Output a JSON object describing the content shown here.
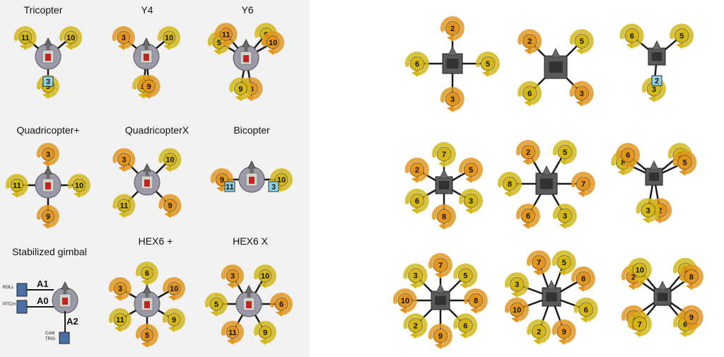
{
  "colors": {
    "cw": "#e2961f",
    "ccw": "#d4b81a",
    "arm": "#1a1a1a",
    "hub": "#9a9aa8",
    "board": "#5a5a5a",
    "servo": "#8fd3e8"
  },
  "left_frames": [
    {
      "title": "Tricopter",
      "motors": [
        {
          "label": "11",
          "color": "ccw"
        },
        {
          "label": "10",
          "color": "ccw"
        },
        {
          "label": "9",
          "color": "ccw"
        }
      ],
      "servos": [
        {
          "label": "3"
        }
      ]
    },
    {
      "title": "Y4",
      "motors": [
        {
          "label": "3",
          "color": "cw"
        },
        {
          "label": "10",
          "color": "ccw"
        },
        {
          "label": "11",
          "color": "ccw"
        },
        {
          "label": "9",
          "color": "cw"
        }
      ]
    },
    {
      "title": "Y6",
      "motors": [
        {
          "label": "5",
          "color": "ccw"
        },
        {
          "label": "11",
          "color": "cw"
        },
        {
          "label": "6",
          "color": "ccw"
        },
        {
          "label": "10",
          "color": "cw"
        },
        {
          "label": "3",
          "color": "cw"
        },
        {
          "label": "9",
          "color": "ccw"
        }
      ]
    },
    {
      "title": "Quadricopter+",
      "motors": [
        {
          "label": "3",
          "color": "cw"
        },
        {
          "label": "11",
          "color": "ccw"
        },
        {
          "label": "10",
          "color": "ccw"
        },
        {
          "label": "9",
          "color": "cw"
        }
      ]
    },
    {
      "title": "QuadricopterX",
      "motors": [
        {
          "label": "3",
          "color": "cw"
        },
        {
          "label": "10",
          "color": "ccw"
        },
        {
          "label": "11",
          "color": "ccw"
        },
        {
          "label": "9",
          "color": "cw"
        }
      ]
    },
    {
      "title": "Bicopter",
      "motors": [
        {
          "label": "9",
          "color": "cw"
        },
        {
          "label": "10",
          "color": "ccw"
        }
      ],
      "servos": [
        {
          "label": "11"
        },
        {
          "label": "3"
        }
      ]
    },
    {
      "title": "Stabilized gimbal",
      "gimbal": {
        "rows": [
          {
            "tag": "ROLL",
            "pin": "A1"
          },
          {
            "tag": "PITCH",
            "pin": "A0"
          }
        ],
        "trigger": {
          "tag_top": "CAM",
          "tag_bottom": "TRIG",
          "pin": "A2"
        }
      }
    },
    {
      "title": "HEX6 +",
      "motors": [
        {
          "label": "6",
          "color": "ccw"
        },
        {
          "label": "10",
          "color": "cw"
        },
        {
          "label": "9",
          "color": "ccw"
        },
        {
          "label": "5",
          "color": "cw"
        },
        {
          "label": "11",
          "color": "ccw"
        },
        {
          "label": "3",
          "color": "cw"
        }
      ]
    },
    {
      "title": "HEX6 X",
      "motors": [
        {
          "label": "3",
          "color": "cw"
        },
        {
          "label": "10",
          "color": "ccw"
        },
        {
          "label": "6",
          "color": "cw"
        },
        {
          "label": "9",
          "color": "ccw"
        },
        {
          "label": "11",
          "color": "cw"
        },
        {
          "label": "5",
          "color": "ccw"
        }
      ]
    }
  ],
  "right_frames": [
    {
      "motors": [
        {
          "label": "2",
          "color": "cw"
        },
        {
          "label": "5",
          "color": "ccw"
        },
        {
          "label": "3",
          "color": "cw"
        },
        {
          "label": "6",
          "color": "ccw"
        }
      ]
    },
    {
      "motors": [
        {
          "label": "2",
          "color": "cw"
        },
        {
          "label": "5",
          "color": "ccw"
        },
        {
          "label": "3",
          "color": "cw"
        },
        {
          "label": "6",
          "color": "ccw"
        }
      ]
    },
    {
      "motors": [
        {
          "label": "6",
          "color": "ccw"
        },
        {
          "label": "5",
          "color": "ccw"
        },
        {
          "label": "3",
          "color": "ccw"
        }
      ],
      "servos": [
        {
          "label": "2"
        }
      ]
    },
    {
      "motors": [
        {
          "label": "7",
          "color": "ccw"
        },
        {
          "label": "5",
          "color": "cw"
        },
        {
          "label": "3",
          "color": "ccw"
        },
        {
          "label": "8",
          "color": "cw"
        },
        {
          "label": "6",
          "color": "ccw"
        },
        {
          "label": "2",
          "color": "cw"
        }
      ]
    },
    {
      "motors": [
        {
          "label": "2",
          "color": "cw"
        },
        {
          "label": "5",
          "color": "ccw"
        },
        {
          "label": "7",
          "color": "cw"
        },
        {
          "label": "3",
          "color": "ccw"
        },
        {
          "label": "6",
          "color": "cw"
        },
        {
          "label": "8",
          "color": "ccw"
        }
      ]
    },
    {
      "motors": [
        {
          "label": "8",
          "color": "ccw"
        },
        {
          "label": "6",
          "color": "cw"
        },
        {
          "label": "7",
          "color": "ccw"
        },
        {
          "label": "5",
          "color": "cw"
        },
        {
          "label": "2",
          "color": "cw"
        },
        {
          "label": "3",
          "color": "ccw"
        }
      ]
    },
    {
      "motors": [
        {
          "label": "7",
          "color": "cw"
        },
        {
          "label": "5",
          "color": "ccw"
        },
        {
          "label": "8",
          "color": "cw"
        },
        {
          "label": "6",
          "color": "ccw"
        },
        {
          "label": "9",
          "color": "cw"
        },
        {
          "label": "2",
          "color": "ccw"
        },
        {
          "label": "10",
          "color": "cw"
        },
        {
          "label": "3",
          "color": "ccw"
        }
      ]
    },
    {
      "motors": [
        {
          "label": "7",
          "color": "cw"
        },
        {
          "label": "5",
          "color": "ccw"
        },
        {
          "label": "8",
          "color": "cw"
        },
        {
          "label": "6",
          "color": "ccw"
        },
        {
          "label": "9",
          "color": "cw"
        },
        {
          "label": "2",
          "color": "ccw"
        },
        {
          "label": "10",
          "color": "cw"
        },
        {
          "label": "3",
          "color": "ccw"
        }
      ]
    },
    {
      "motors": [
        {
          "label": "2",
          "color": "cw"
        },
        {
          "label": "10",
          "color": "ccw"
        },
        {
          "label": "5",
          "color": "ccw"
        },
        {
          "label": "8",
          "color": "cw"
        },
        {
          "label": "6",
          "color": "ccw"
        },
        {
          "label": "9",
          "color": "cw"
        },
        {
          "label": "3",
          "color": "cw"
        },
        {
          "label": "7",
          "color": "ccw"
        }
      ]
    }
  ]
}
